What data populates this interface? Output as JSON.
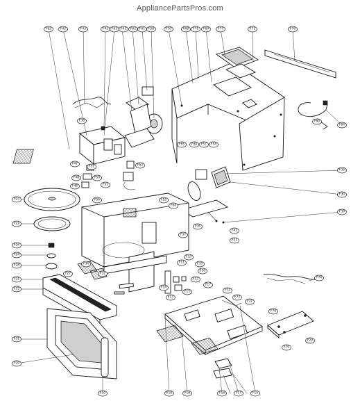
{
  "watermark": "AppliancePartsPros.com",
  "callouts": {
    "top_left": [
      "F62",
      "F42",
      "F43",
      "F45",
      "F63",
      "F61",
      "F62",
      "F61",
      "F58"
    ],
    "top_right": [
      "F70",
      "F68",
      "F71",
      "F69",
      "F77",
      "F71",
      "F76"
    ],
    "left": [
      "F38",
      "F47",
      "F48",
      "F46",
      "F51",
      "F50",
      "F52",
      "F53",
      "F23",
      "F22",
      "F26",
      "F24",
      "F28",
      "F21",
      "F25",
      "F31",
      "F29",
      "F27"
    ],
    "middle": [
      "F65",
      "F40",
      "F57",
      "F54",
      "F56",
      "F55",
      "F64",
      "F36",
      "F37",
      "F34",
      "F32",
      "F33",
      "F35",
      "F14",
      "F13",
      "F15",
      "F12",
      "F16",
      "F11",
      "F17"
    ],
    "right": [
      "F80",
      "F84",
      "F35",
      "F30",
      "F39",
      "F41",
      "F31",
      "F74",
      "F72",
      "F73",
      "F72",
      "F78",
      "F79",
      "F20"
    ],
    "bottom": [
      "F18",
      "F19",
      "F10",
      "F16",
      "F17",
      "F15"
    ]
  },
  "icons": [
    "power-cord-icon",
    "fan-motor-icon",
    "door-icon",
    "turntable-icon",
    "control-panel-icon"
  ]
}
